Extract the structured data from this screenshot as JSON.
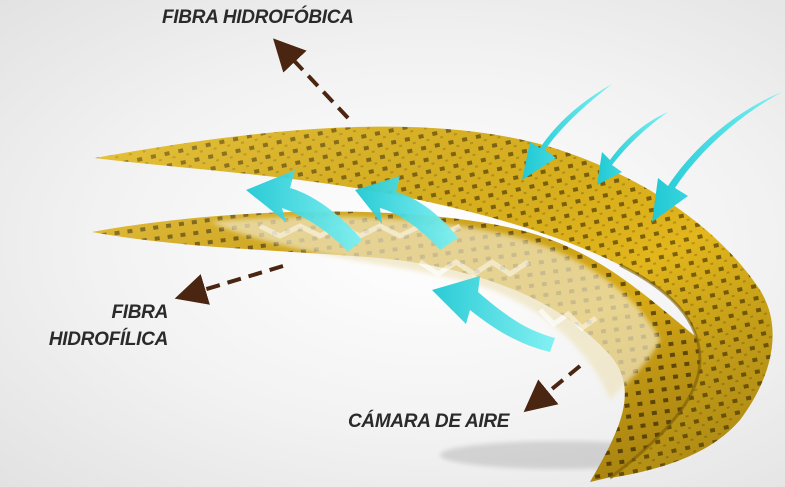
{
  "labels": {
    "hydrophobic_fiber": "FIBRA HIDROFÓBICA",
    "hydrophilic_fiber_line1": "FIBRA",
    "hydrophilic_fiber_line2": "HIDROFÍLICA",
    "air_chamber": "CÁMARA DE AIRE"
  },
  "colors": {
    "fabric_yellow": "#e3b81e",
    "fabric_dark": "#8a6a08",
    "arrow_cyan": "#35d6df",
    "leader_brown": "#4a2512",
    "text": "#2a2a2a"
  },
  "icons": [
    "dashed-leader-arrow",
    "curved-airflow-arrow"
  ]
}
